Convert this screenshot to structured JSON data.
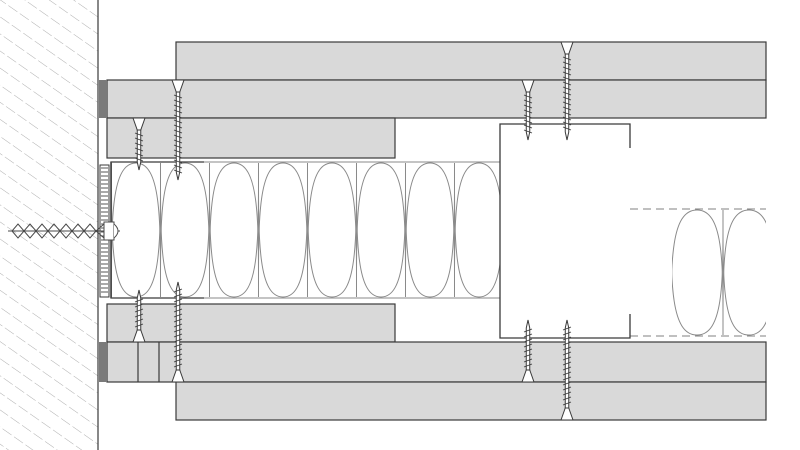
{
  "drawing": {
    "kind": "wall-section-detail",
    "colors": {
      "background": "#ffffff",
      "board_fill": "#d9d9d9",
      "outline": "#3a3a3a",
      "hatch": "#9a9a9a",
      "insulation_stroke": "#8a8a8a",
      "gasket": "#7a7a7a",
      "dashed": "#808080"
    },
    "icons": {
      "masonry_wall": "hatched-masonry-wall",
      "screw": "drywall-screw",
      "anchor": "wall-plug-anchor",
      "insulation": "mineral-wool-insulation",
      "stud": "c-stud-profile",
      "gasket": "sealing-strip"
    }
  }
}
